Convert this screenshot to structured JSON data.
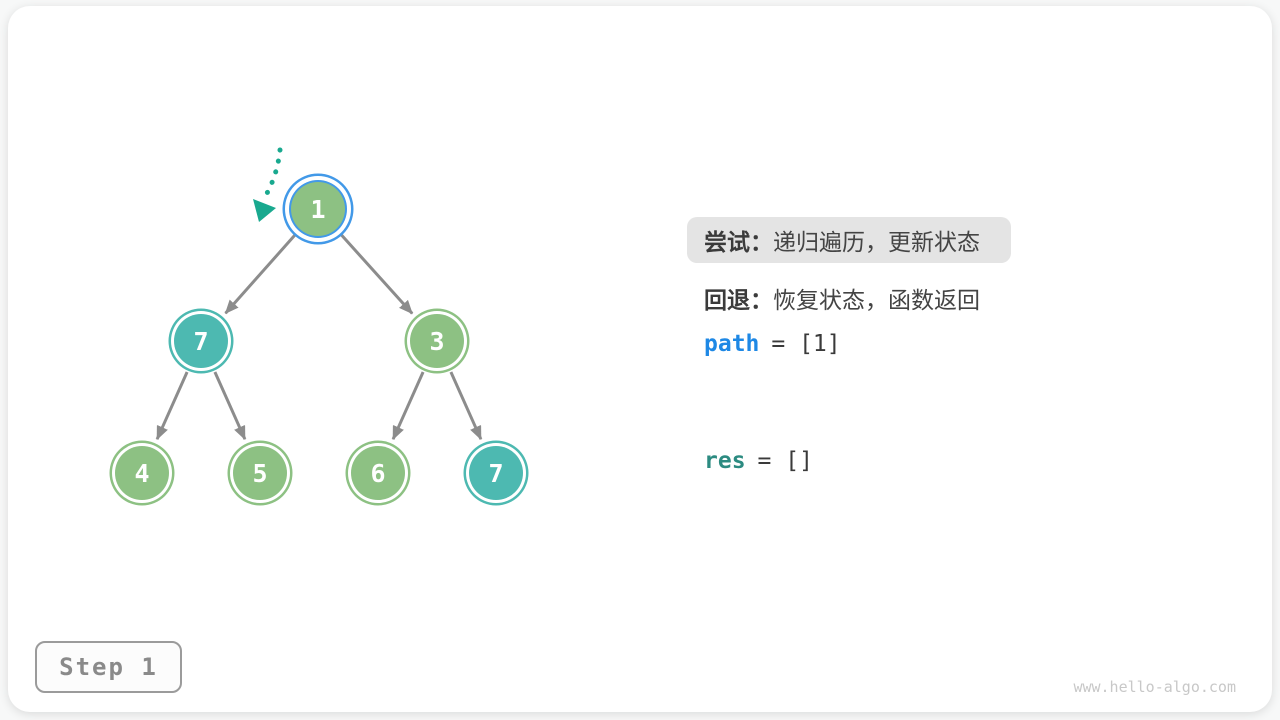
{
  "tree": {
    "description": "binary tree with current traversal pointer at root",
    "nodes": [
      {
        "id": "root",
        "value": "1",
        "variant": "current-highlight"
      },
      {
        "id": "left",
        "value": "7",
        "variant": "teal"
      },
      {
        "id": "right",
        "value": "3",
        "variant": "green"
      },
      {
        "id": "left-left",
        "value": "4",
        "variant": "green"
      },
      {
        "id": "left-right",
        "value": "5",
        "variant": "green"
      },
      {
        "id": "right-left",
        "value": "6",
        "variant": "green"
      },
      {
        "id": "right-right",
        "value": "7",
        "variant": "teal"
      }
    ],
    "edges": [
      [
        "1",
        "7-left"
      ],
      [
        "1",
        "3"
      ],
      [
        "7-left",
        "4"
      ],
      [
        "7-left",
        "5"
      ],
      [
        "3",
        "6"
      ],
      [
        "3",
        "7-right"
      ]
    ],
    "pointer": "dotted-arrow-at-root"
  },
  "panel": {
    "try": {
      "label": "尝试：",
      "text": "递归遍历，更新状态"
    },
    "back": {
      "label": "回退：",
      "text": "恢复状态，函数返回"
    },
    "path": {
      "name": "path",
      "value": "= [1]"
    },
    "res": {
      "name": "res",
      "value": "= []"
    }
  },
  "step": {
    "label": "Step 1"
  },
  "watermark": "www.hello-algo.com",
  "colors": {
    "node_green": "#8DC183",
    "node_teal": "#4DB9B1",
    "highlight_ring_blue": "#4299E8",
    "pointer_teal": "#19A98F",
    "edge_gray": "#8C8C8C",
    "path_name_blue": "#1E88E5",
    "res_name_teal": "#2C8B81",
    "tip_highlight_bg": "#E4E4E4"
  }
}
